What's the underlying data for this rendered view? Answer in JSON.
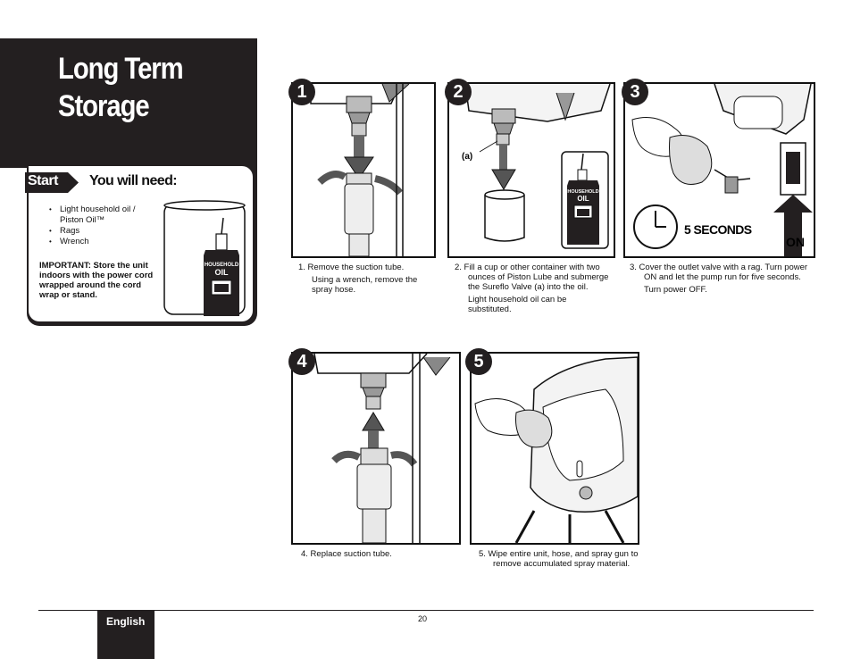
{
  "page": {
    "title_line1": "Long Term",
    "title_line2": "Storage"
  },
  "needs": {
    "start_label": "Start",
    "heading": "You will need:",
    "items": [
      "Light household oil /\nPiston Oil™",
      "Rags",
      "Wrench"
    ],
    "important": "IMPORTANT:  Store the unit indoors with the power cord wrapped around the cord wrap or stand.",
    "oil_label_top": "HOUSEHOLD",
    "oil_label_main": "OIL"
  },
  "steps": [
    {
      "number": "1",
      "paragraphs": [
        "1.   Remove the suction tube.",
        "Using a wrench, remove the spray hose."
      ]
    },
    {
      "number": "2",
      "callout": "(a)",
      "paragraphs": [
        "2.   Fill a cup or other container with two ounces of Piston Lube and submerge the Sureflo Valve (a) into the oil.",
        "Light household oil can be substituted."
      ]
    },
    {
      "number": "3",
      "timer_label": "5 SECONDS",
      "switch_label": "ON",
      "paragraphs": [
        "3.   Cover the outlet valve with a rag.  Turn power ON and let the pump run for five seconds.",
        "Turn power OFF."
      ]
    },
    {
      "number": "4",
      "paragraphs": [
        "4.   Replace suction tube."
      ]
    },
    {
      "number": "5",
      "paragraphs": [
        "5.   Wipe entire unit, hose, and spray gun to remove accumulated spray material."
      ]
    }
  ],
  "footer": {
    "language": "English",
    "page_number": "20"
  }
}
